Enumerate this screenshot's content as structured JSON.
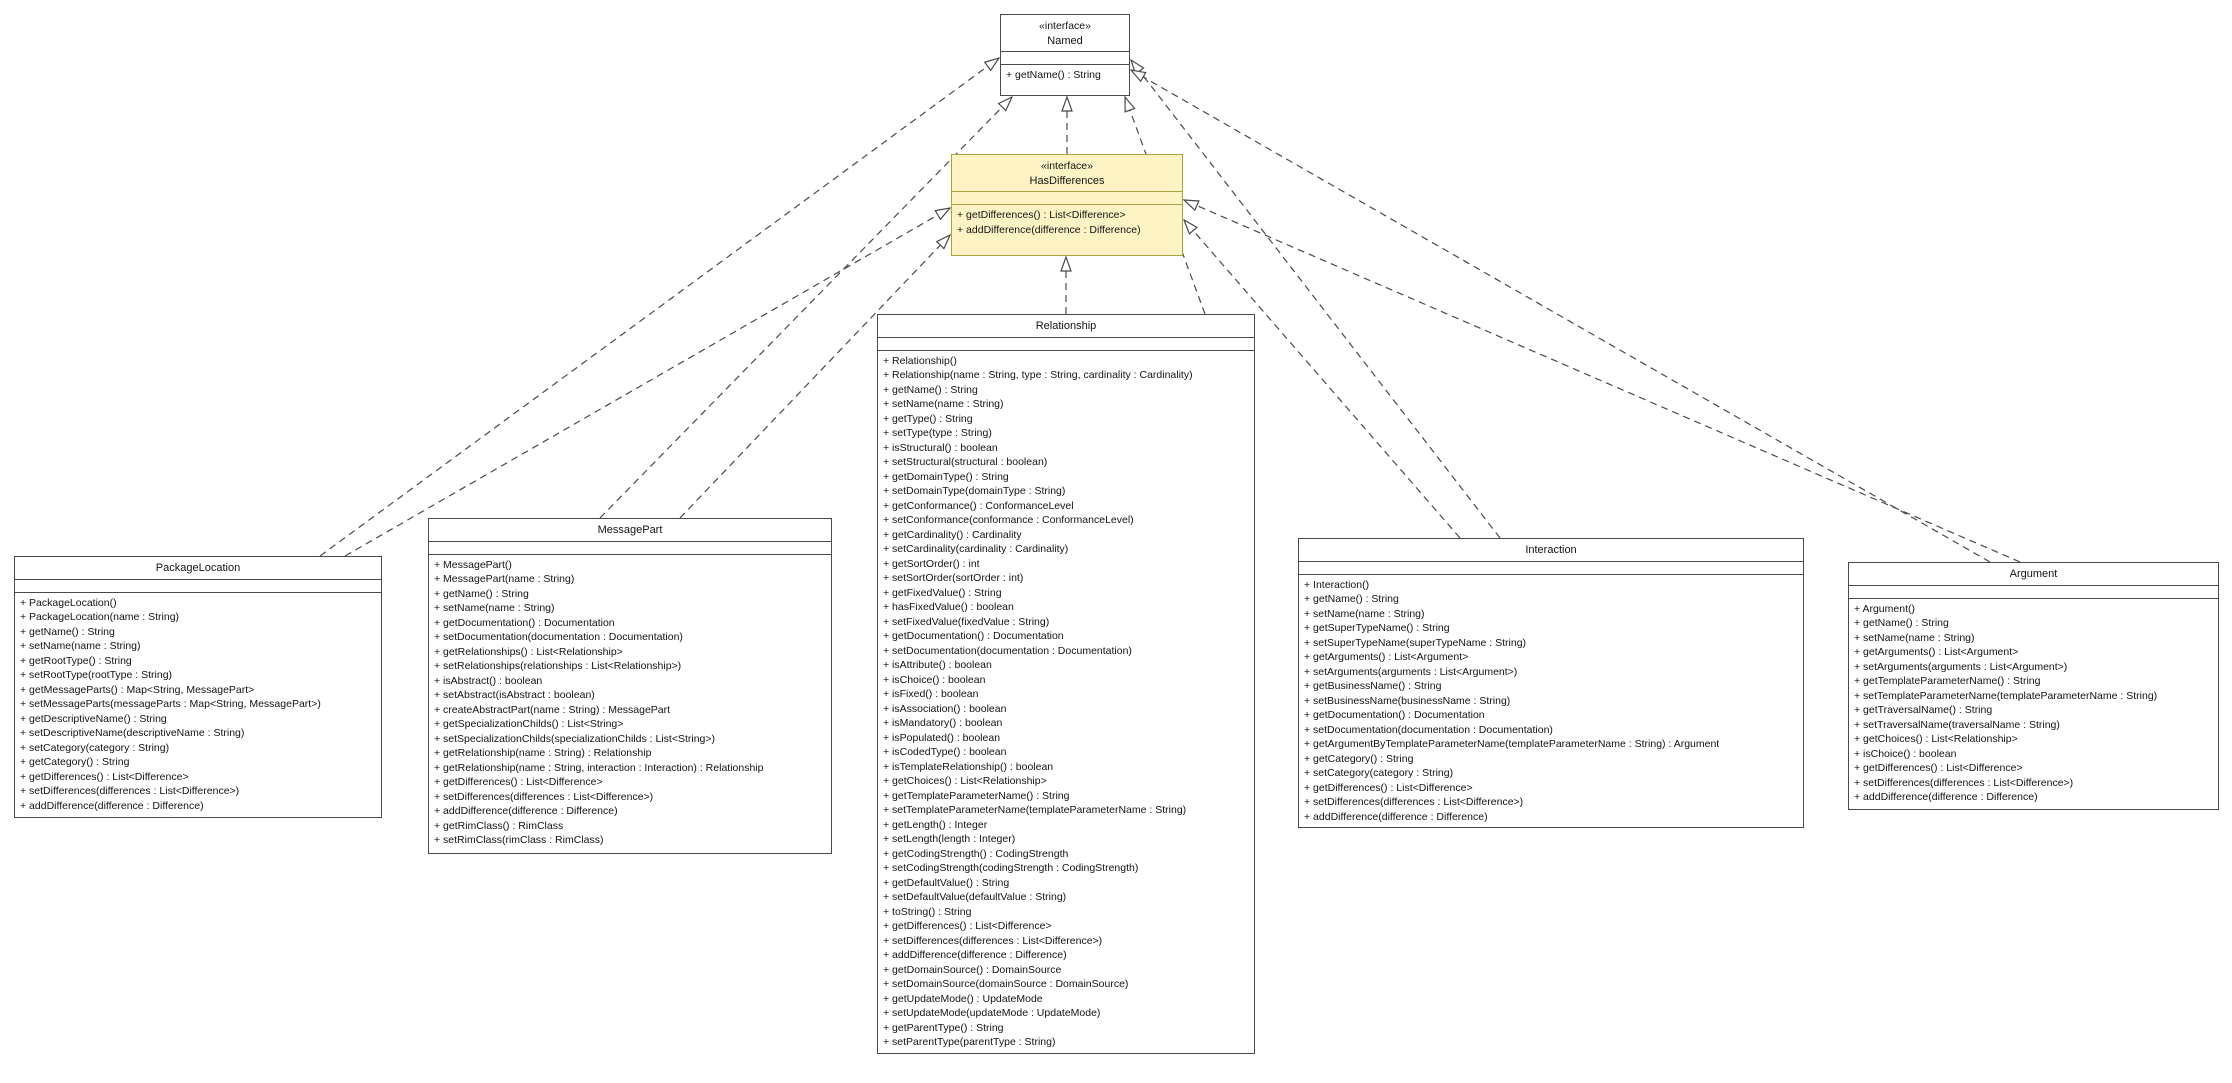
{
  "diagram": {
    "kind": "uml-class-diagram",
    "background": "#ffffff",
    "colors": {
      "class_fill": "#ffffff",
      "class_border": "#4a4a4a",
      "highlight_fill": "#fdf3c4",
      "highlight_border": "#a9a23d",
      "connector": "#4a4a4a",
      "text": "#141414"
    }
  },
  "classes": [
    {
      "key": "named",
      "stereotype": "«interface»",
      "name": "Named",
      "highlighted": false,
      "operations": [
        "+ getName() : String"
      ]
    },
    {
      "key": "has-differences",
      "stereotype": "«interface»",
      "name": "HasDifferences",
      "highlighted": true,
      "operations": [
        "+ getDifferences() : List<Difference>",
        "+ addDifference(difference : Difference)"
      ]
    },
    {
      "key": "package-location",
      "name": "PackageLocation",
      "highlighted": false,
      "operations": [
        "+ PackageLocation()",
        "+ PackageLocation(name : String)",
        "+ getName() : String",
        "+ setName(name : String)",
        "+ getRootType() : String",
        "+ setRootType(rootType : String)",
        "+ getMessageParts() : Map<String, MessagePart>",
        "+ setMessageParts(messageParts : Map<String, MessagePart>)",
        "+ getDescriptiveName() : String",
        "+ setDescriptiveName(descriptiveName : String)",
        "+ setCategory(category : String)",
        "+ getCategory() : String",
        "+ getDifferences() : List<Difference>",
        "+ setDifferences(differences : List<Difference>)",
        "+ addDifference(difference : Difference)"
      ]
    },
    {
      "key": "message-part",
      "name": "MessagePart",
      "highlighted": false,
      "operations": [
        "+ MessagePart()",
        "+ MessagePart(name : String)",
        "+ getName() : String",
        "+ setName(name : String)",
        "+ getDocumentation() : Documentation",
        "+ setDocumentation(documentation : Documentation)",
        "+ getRelationships() : List<Relationship>",
        "+ setRelationships(relationships : List<Relationship>)",
        "+ isAbstract() : boolean",
        "+ setAbstract(isAbstract : boolean)",
        "+ createAbstractPart(name : String) : MessagePart",
        "+ getSpecializationChilds() : List<String>",
        "+ setSpecializationChilds(specializationChilds : List<String>)",
        "+ getRelationship(name : String) : Relationship",
        "+ getRelationship(name : String, interaction : Interaction) : Relationship",
        "+ getDifferences() : List<Difference>",
        "+ setDifferences(differences : List<Difference>)",
        "+ addDifference(difference : Difference)",
        "+ getRimClass() : RimClass",
        "+ setRimClass(rimClass : RimClass)"
      ]
    },
    {
      "key": "relationship",
      "name": "Relationship",
      "highlighted": false,
      "operations": [
        "+ Relationship()",
        "+ Relationship(name : String, type : String, cardinality : Cardinality)",
        "+ getName() : String",
        "+ setName(name : String)",
        "+ getType() : String",
        "+ setType(type : String)",
        "+ isStructural() : boolean",
        "+ setStructural(structural : boolean)",
        "+ getDomainType() : String",
        "+ setDomainType(domainType : String)",
        "+ getConformance() : ConformanceLevel",
        "+ setConformance(conformance : ConformanceLevel)",
        "+ getCardinality() : Cardinality",
        "+ setCardinality(cardinality : Cardinality)",
        "+ getSortOrder() : int",
        "+ setSortOrder(sortOrder : int)",
        "+ getFixedValue() : String",
        "+ hasFixedValue() : boolean",
        "+ setFixedValue(fixedValue : String)",
        "+ getDocumentation() : Documentation",
        "+ setDocumentation(documentation : Documentation)",
        "+ isAttribute() : boolean",
        "+ isChoice() : boolean",
        "+ isFixed() : boolean",
        "+ isAssociation() : boolean",
        "+ isMandatory() : boolean",
        "+ isPopulated() : boolean",
        "+ isCodedType() : boolean",
        "+ isTemplateRelationship() : boolean",
        "+ getChoices() : List<Relationship>",
        "+ getTemplateParameterName() : String",
        "+ setTemplateParameterName(templateParameterName : String)",
        "+ getLength() : Integer",
        "+ setLength(length : Integer)",
        "+ getCodingStrength() : CodingStrength",
        "+ setCodingStrength(codingStrength : CodingStrength)",
        "+ getDefaultValue() : String",
        "+ setDefaultValue(defaultValue : String)",
        "+ toString() : String",
        "+ getDifferences() : List<Difference>",
        "+ setDifferences(differences : List<Difference>)",
        "+ addDifference(difference : Difference)",
        "+ getDomainSource() : DomainSource",
        "+ setDomainSource(domainSource : DomainSource)",
        "+ getUpdateMode() : UpdateMode",
        "+ setUpdateMode(updateMode : UpdateMode)",
        "+ getParentType() : String",
        "+ setParentType(parentType : String)"
      ]
    },
    {
      "key": "interaction",
      "name": "Interaction",
      "highlighted": false,
      "operations": [
        "+ Interaction()",
        "+ getName() : String",
        "+ setName(name : String)",
        "+ getSuperTypeName() : String",
        "+ setSuperTypeName(superTypeName : String)",
        "+ getArguments() : List<Argument>",
        "+ setArguments(arguments : List<Argument>)",
        "+ getBusinessName() : String",
        "+ setBusinessName(businessName : String)",
        "+ getDocumentation() : Documentation",
        "+ setDocumentation(documentation : Documentation)",
        "+ getArgumentByTemplateParameterName(templateParameterName : String) : Argument",
        "+ getCategory() : String",
        "+ setCategory(category : String)",
        "+ getDifferences() : List<Difference>",
        "+ setDifferences(differences : List<Difference>)",
        "+ addDifference(difference : Difference)"
      ]
    },
    {
      "key": "argument",
      "name": "Argument",
      "highlighted": false,
      "operations": [
        "+ Argument()",
        "+ getName() : String",
        "+ setName(name : String)",
        "+ getArguments() : List<Argument>",
        "+ setArguments(arguments : List<Argument>)",
        "+ getTemplateParameterName() : String",
        "+ setTemplateParameterName(templateParameterName : String)",
        "+ getTraversalName() : String",
        "+ setTraversalName(traversalName : String)",
        "+ getChoices() : List<Relationship>",
        "+ isChoice() : boolean",
        "+ getDifferences() : List<Difference>",
        "+ setDifferences(differences : List<Difference>)",
        "+ addDifference(difference : Difference)"
      ]
    }
  ],
  "relations": [
    {
      "from": "HasDifferences",
      "to": "Named",
      "type": "realization"
    },
    {
      "from": "PackageLocation",
      "to": "Named",
      "type": "realization"
    },
    {
      "from": "PackageLocation",
      "to": "HasDifferences",
      "type": "realization"
    },
    {
      "from": "MessagePart",
      "to": "Named",
      "type": "realization"
    },
    {
      "from": "MessagePart",
      "to": "HasDifferences",
      "type": "realization"
    },
    {
      "from": "Relationship",
      "to": "Named",
      "type": "realization"
    },
    {
      "from": "Relationship",
      "to": "HasDifferences",
      "type": "realization"
    },
    {
      "from": "Interaction",
      "to": "Named",
      "type": "realization"
    },
    {
      "from": "Interaction",
      "to": "HasDifferences",
      "type": "realization"
    },
    {
      "from": "Argument",
      "to": "Named",
      "type": "realization"
    },
    {
      "from": "Argument",
      "to": "HasDifferences",
      "type": "realization"
    }
  ]
}
